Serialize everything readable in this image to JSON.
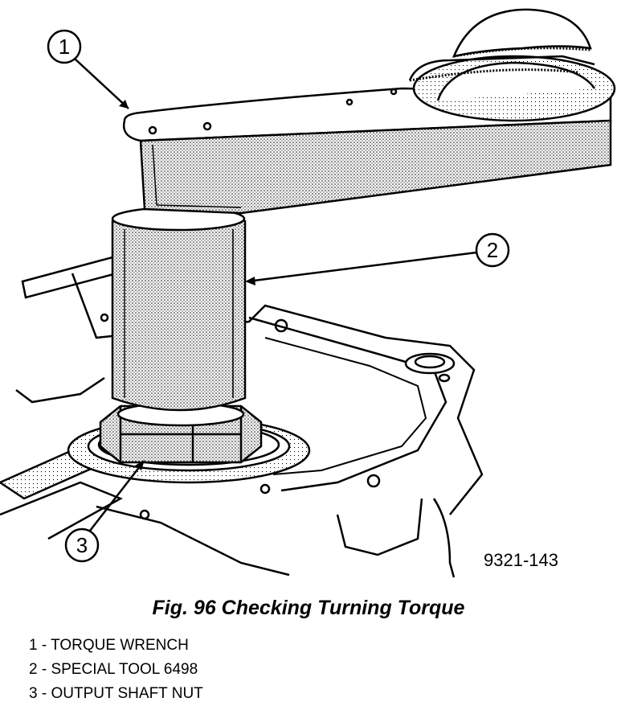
{
  "figure": {
    "id_label": "9321-143",
    "callouts": [
      {
        "number": "1"
      },
      {
        "number": "2"
      },
      {
        "number": "3"
      }
    ]
  },
  "caption": "Fig. 96 Checking Turning Torque",
  "legend": [
    {
      "number": "1",
      "text": " - TORQUE WRENCH"
    },
    {
      "number": "2",
      "text": " - SPECIAL TOOL 6498"
    },
    {
      "number": "3",
      "text": " - OUTPUT SHAFT NUT"
    }
  ]
}
